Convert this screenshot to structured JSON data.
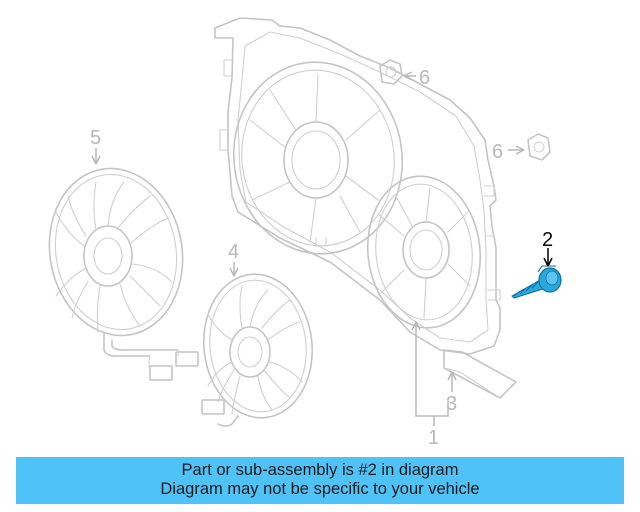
{
  "colors": {
    "banner_bg": "#4fc3f7",
    "highlight_part": "#29a8e0",
    "line_art": "#c4c4c4",
    "callout_text": "#b8b8b8"
  },
  "callouts": {
    "c1": "1",
    "c2": "2",
    "c3": "3",
    "c4": "4",
    "c5": "5",
    "c6a": "6",
    "c6b": "6"
  },
  "highlighted_callout": "2",
  "banner": {
    "line1": "Part or sub-assembly is #2 in diagram",
    "line2": "Diagram may not be specific to your vehicle"
  }
}
